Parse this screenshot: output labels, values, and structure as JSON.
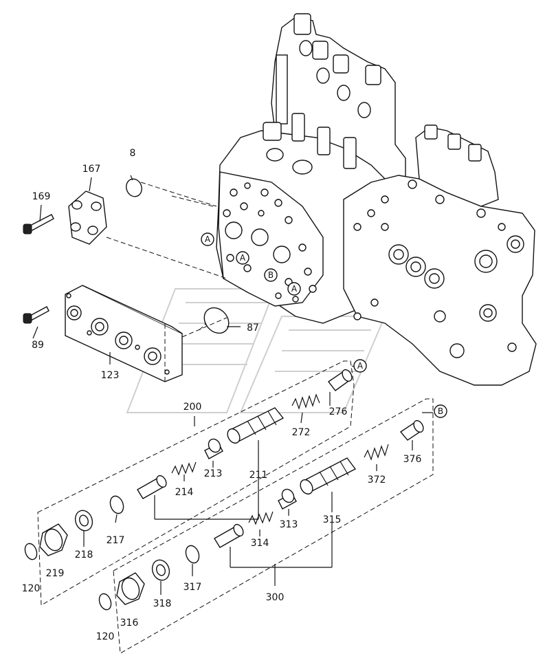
{
  "diagram": {
    "part_labels": {
      "p8": "8",
      "p167": "167",
      "p169": "169",
      "p89": "89",
      "p87": "87",
      "p123": "123",
      "p200": "200",
      "p272": "272",
      "p276": "276",
      "p213": "213",
      "p211": "211",
      "p214": "214",
      "p217": "217",
      "p218": "218",
      "p219": "219",
      "p120a": "120",
      "p376": "376",
      "p372": "372",
      "p313": "313",
      "p315": "315",
      "p314": "314",
      "p317": "317",
      "p318": "318",
      "p316": "316",
      "p120b": "120",
      "p300": "300"
    },
    "callouts": {
      "a1": "A",
      "a2": "A",
      "b1": "B",
      "a3": "A",
      "a4": "A",
      "b2": "B"
    }
  }
}
